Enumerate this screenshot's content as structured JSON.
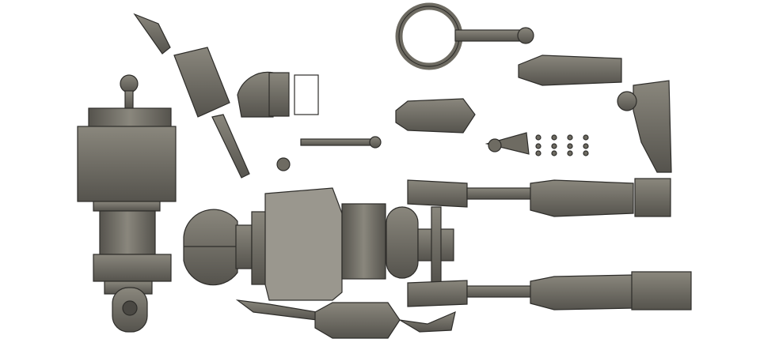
{
  "colors": {
    "background": "#ffffff",
    "part_fill": "#6e6b62",
    "part_light": "#8a877d",
    "part_dark": "#4a4843",
    "outline": "#2e2d2a",
    "textured": "#9a978e"
  },
  "parts": [
    "torso",
    "head",
    "upper-arm-assembly",
    "hand-fingers",
    "ring-handle",
    "forearm-segment",
    "leg-upper",
    "leg-lower",
    "foot",
    "small-fasteners"
  ]
}
